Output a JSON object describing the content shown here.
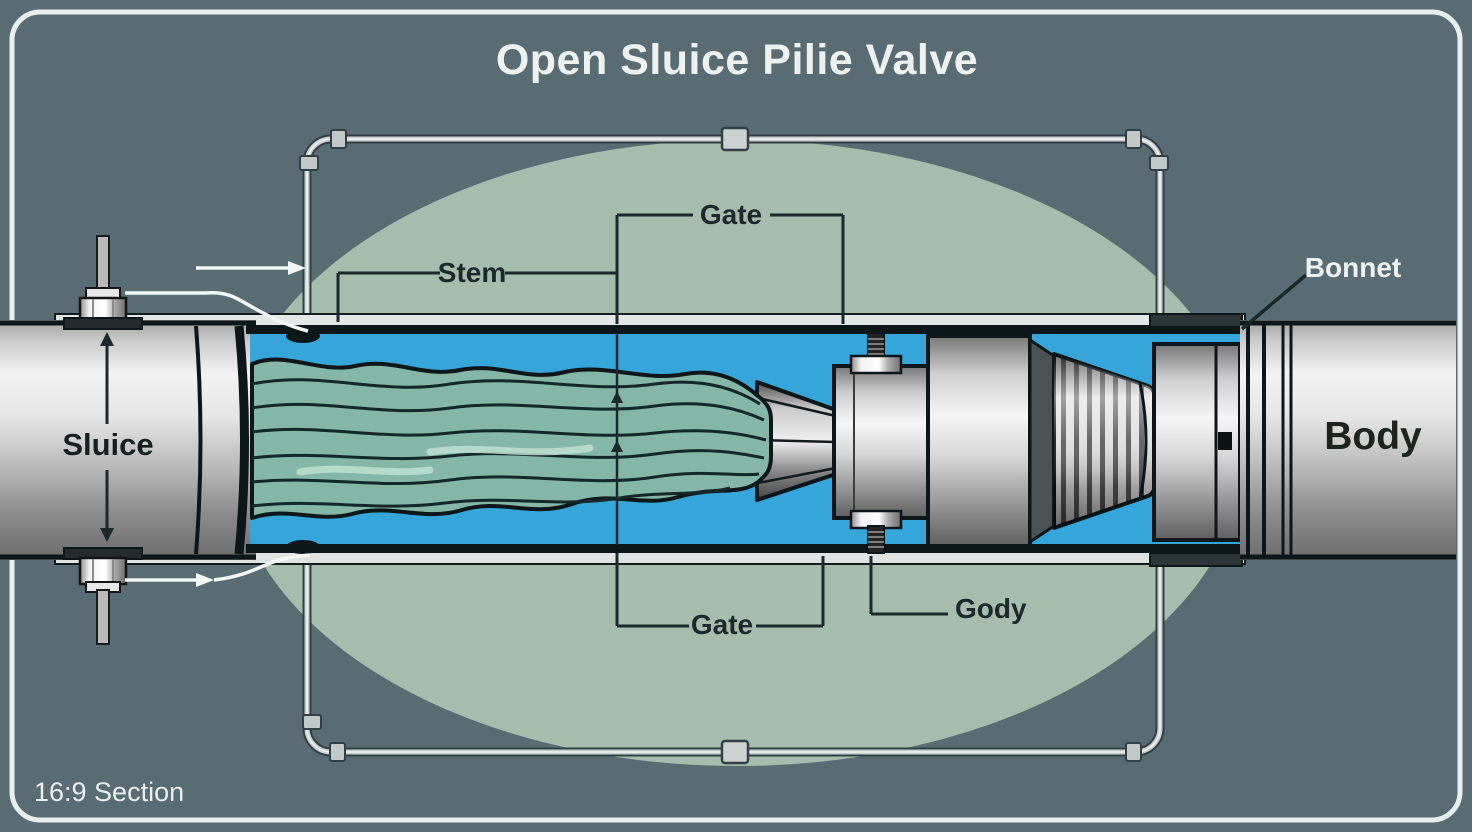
{
  "title": "Open Sluice Pilie Valve",
  "footer": "16:9 Section",
  "labels": {
    "gate_top": "Gate",
    "stem": "Stem",
    "bonnet": "Bonnet",
    "sluice": "Sluice",
    "body": "Body",
    "gate_bottom": "Gate",
    "gody": "Gody"
  },
  "colors": {
    "background": "#5a6c73",
    "ellipse": "#a6bcad",
    "water": "#36a6da",
    "flow": "#85b7a8",
    "flow_highlight": "#bedfd0",
    "outline": "#0d1619",
    "annotation": "#1b292c",
    "frame_border": "#e9eeee"
  }
}
